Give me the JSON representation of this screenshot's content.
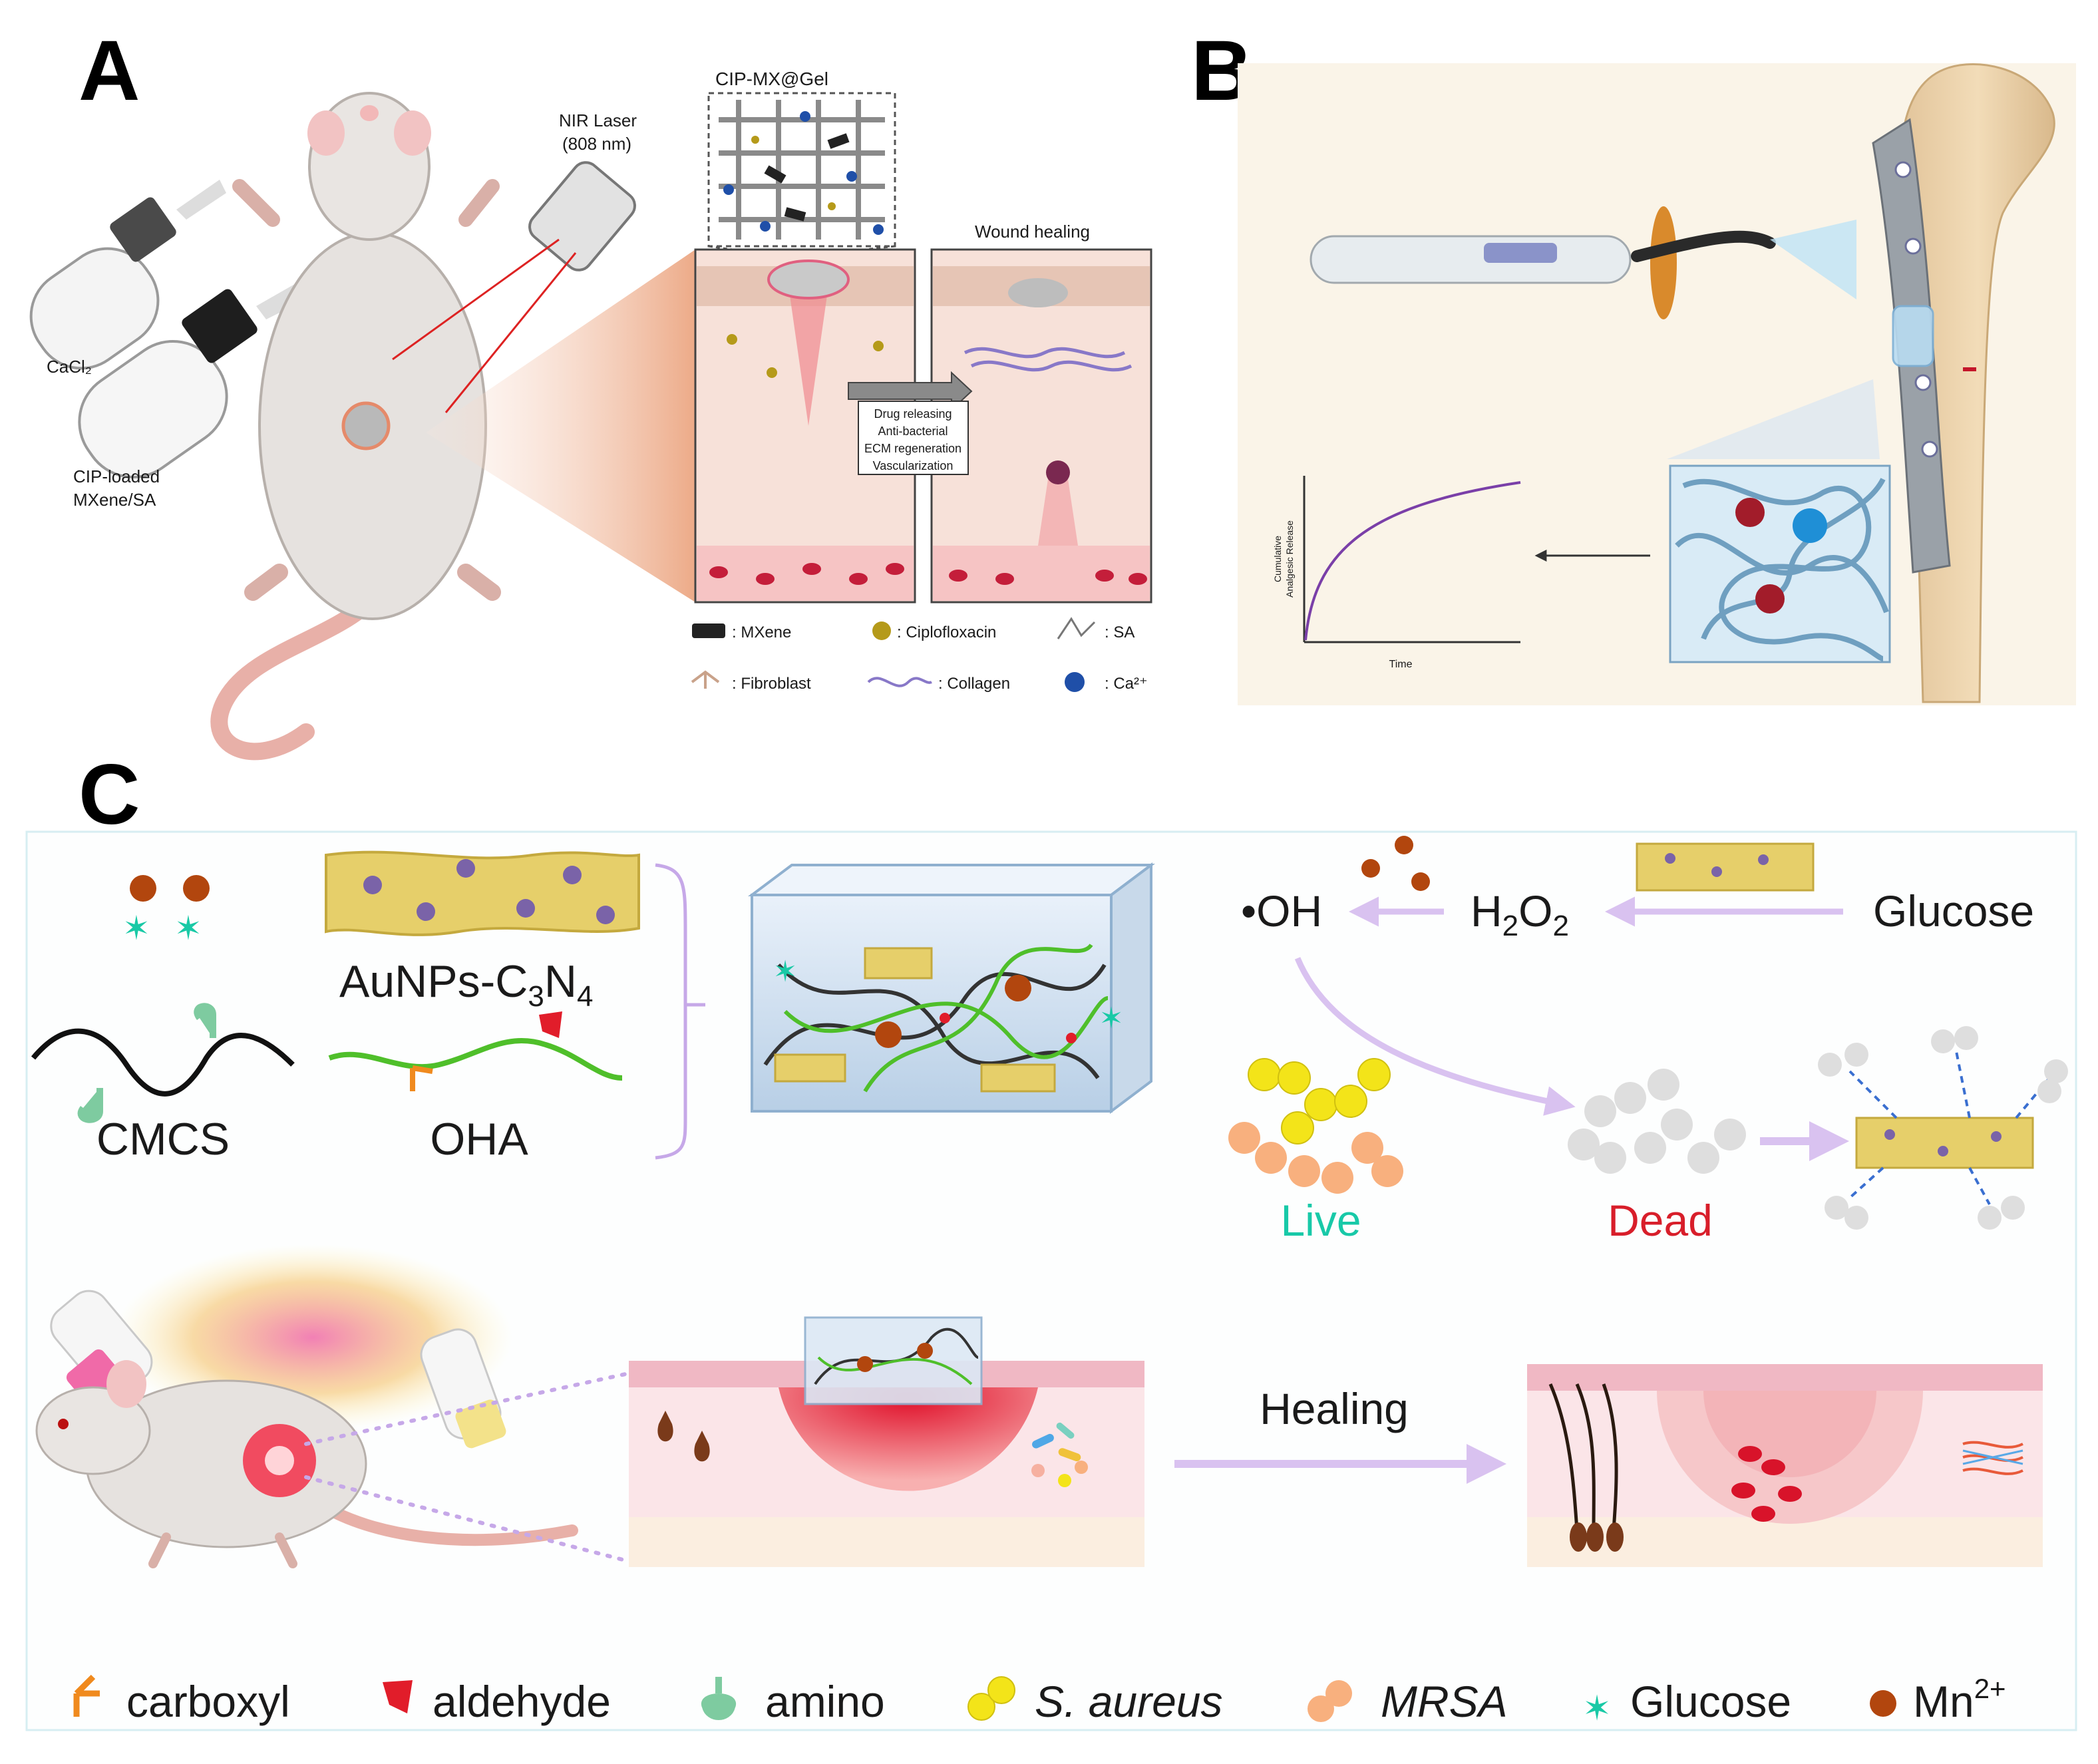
{
  "panels": {
    "A": {
      "letter": "A",
      "gel_title": "CIP-MX@Gel",
      "laser_line1": "NIR Laser",
      "laser_line2": "(808 nm)",
      "bottle1": "CaCl₂",
      "bottle2_line1": "CIP-loaded",
      "bottle2_line2": "MXene/SA",
      "wound_healing": "Wound healing",
      "process": [
        "Drug releasing",
        "Anti-bacterial",
        "ECM regeneration",
        "Vascularization"
      ],
      "legend": [
        ": MXene",
        ": Ciplofloxacin",
        ": SA",
        ": Fibroblast",
        ": Collagen",
        ": Ca²⁺"
      ]
    },
    "B": {
      "letter": "B",
      "ylabel_line1": "Cumulative",
      "ylabel_line2": "Analgesic Release",
      "xlabel": "Time"
    },
    "C": {
      "letter": "C",
      "materials": {
        "au": "AuNPs-C",
        "au_sub3": "3",
        "au_N": "N",
        "au_sub4": "4",
        "cmcs": "CMCS",
        "oha": "OHA"
      },
      "reaction": {
        "oh": "•OH",
        "h2o2_H": "H",
        "h2o2_sub1": "2",
        "h2o2_O": "O",
        "h2o2_sub2": "2",
        "glucose": "Glucose"
      },
      "live": "Live",
      "dead": "Dead",
      "healing": "Healing",
      "legend": {
        "carboxyl": "carboxyl",
        "aldehyde": "aldehyde",
        "amino": "amino",
        "s_aureus": "S. aureus",
        "mrsa": "MRSA",
        "glucose": "Glucose",
        "mn": "Mn",
        "mn_sup": "2+"
      }
    }
  },
  "colors": {
    "live": "#18c9a8",
    "dead": "#d81e2a",
    "arrow": "#d9c2f0",
    "gold": "#e6cf6a",
    "mn": "#b2460e",
    "glucose": "#19c9a6",
    "oha": "#4fbf2a",
    "amino": "#7ecba0"
  }
}
